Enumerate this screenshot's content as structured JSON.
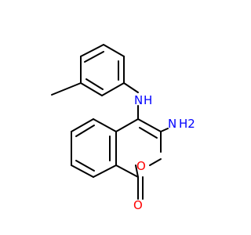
{
  "molecule": {
    "atom_labels": {
      "amine_n": "N",
      "amine_h": "H",
      "amino_n": "N",
      "amino_h2": "H2",
      "ring_o": "O",
      "carbonyl_o": "O"
    },
    "colors": {
      "bond": "#000000",
      "nitrogen": "#0000ff",
      "oxygen": "#ff0000"
    }
  }
}
